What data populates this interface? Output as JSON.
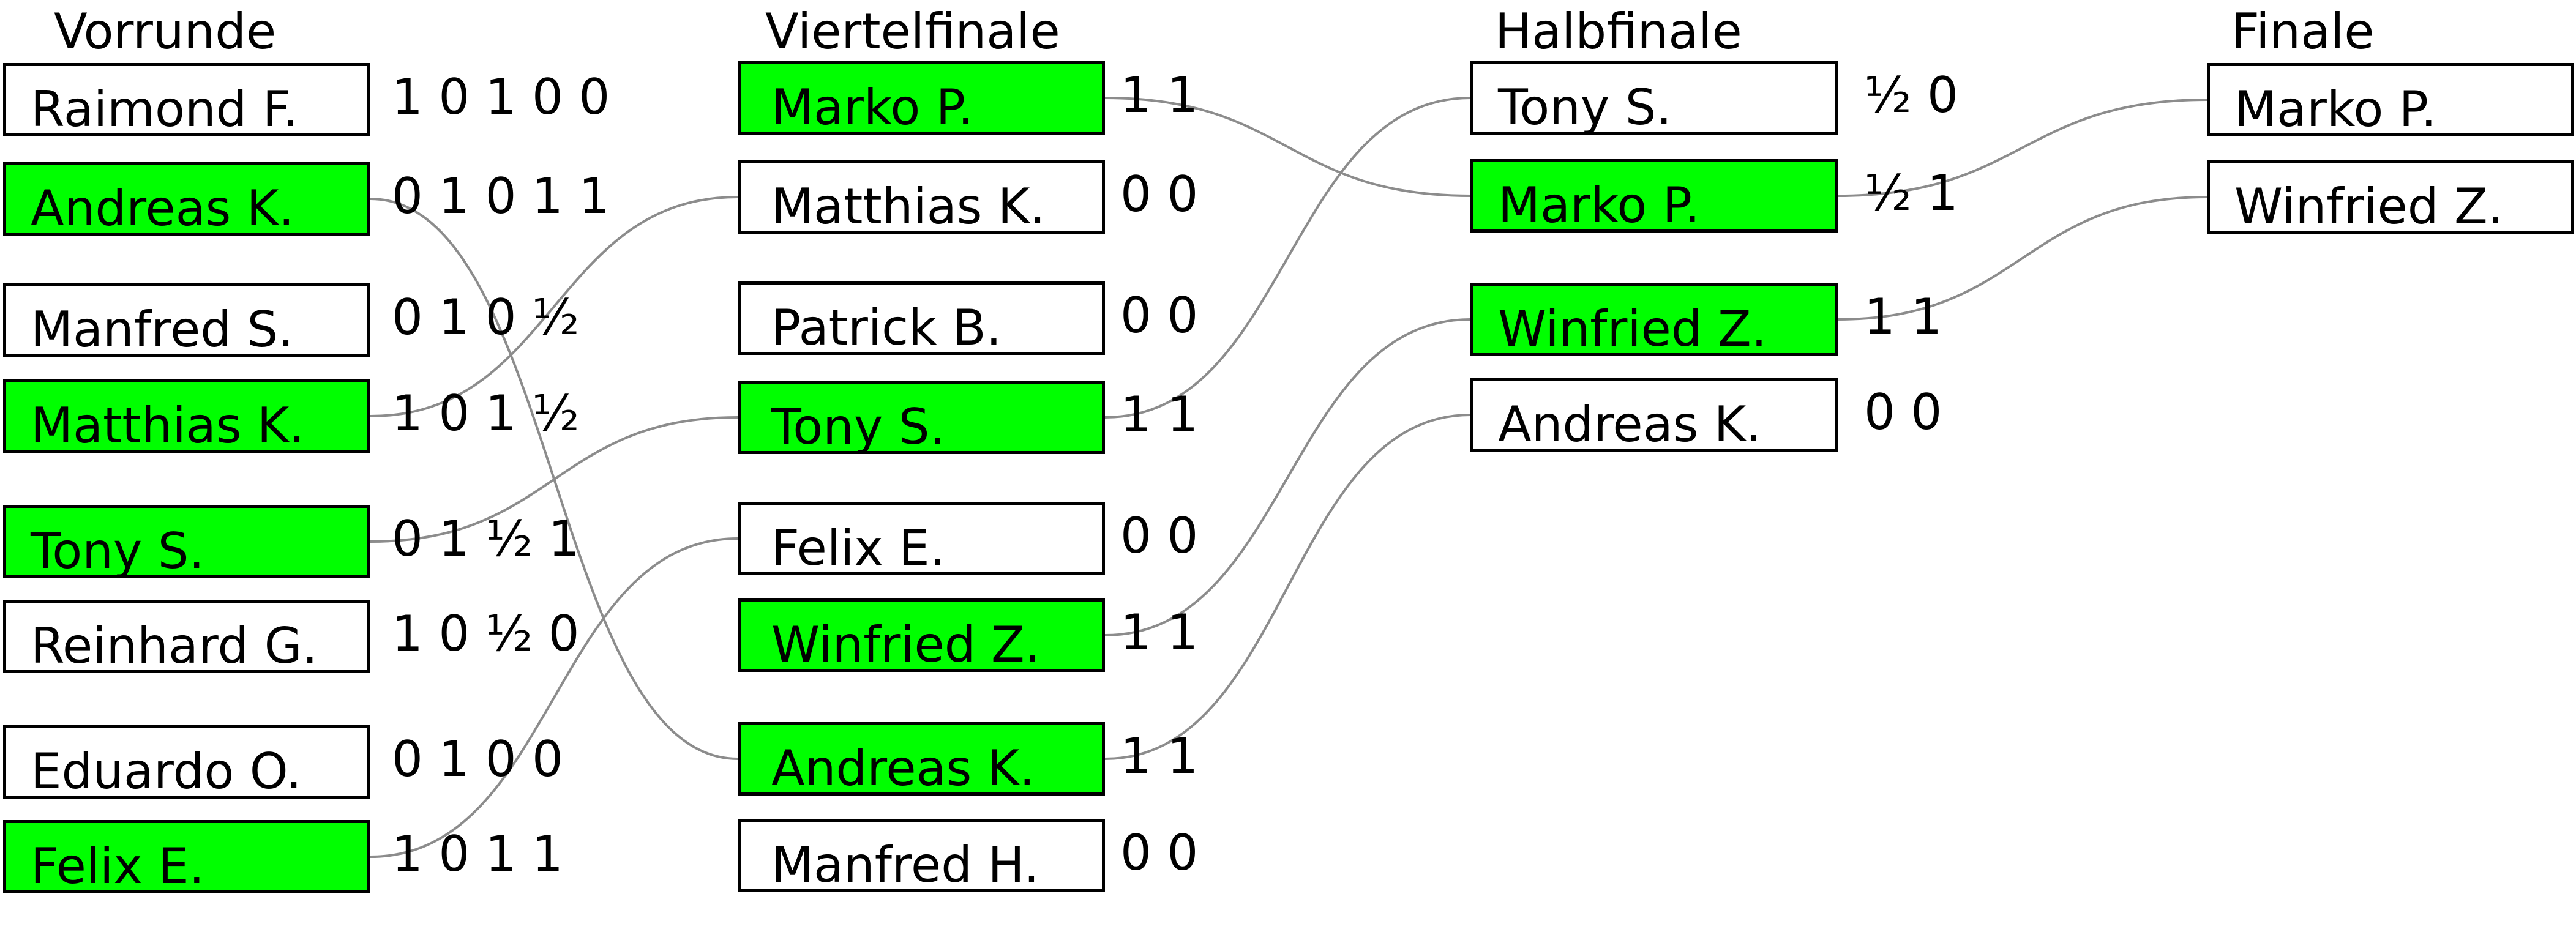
{
  "colors": {
    "winner": "#00ff00",
    "box_border": "#000000",
    "connector": "#8c8c8c"
  },
  "rounds": [
    {
      "title": "Vorrunde",
      "matches": [
        {
          "players": [
            {
              "name": "Raimond F.",
              "score": "1 0 1 0 0",
              "winner": false
            },
            {
              "name": "Andreas K.",
              "score": "0 1 0 1 1",
              "winner": true
            }
          ]
        },
        {
          "players": [
            {
              "name": "Manfred S.",
              "score": "0 1 0 ½",
              "winner": false
            },
            {
              "name": "Matthias K.",
              "score": "1 0 1 ½",
              "winner": true
            }
          ]
        },
        {
          "players": [
            {
              "name": "Tony S.",
              "score": "0 1 ½ 1",
              "winner": true
            },
            {
              "name": "Reinhard G.",
              "score": "1 0 ½ 0",
              "winner": false
            }
          ]
        },
        {
          "players": [
            {
              "name": "Eduardo O.",
              "score": "0 1 0 0",
              "winner": false
            },
            {
              "name": "Felix E.",
              "score": "1 0 1 1",
              "winner": true
            }
          ]
        }
      ]
    },
    {
      "title": "Viertelfinale",
      "matches": [
        {
          "players": [
            {
              "name": "Marko P.",
              "score": "1 1",
              "winner": true
            },
            {
              "name": "Matthias K.",
              "score": "0 0",
              "winner": false
            }
          ]
        },
        {
          "players": [
            {
              "name": "Patrick B.",
              "score": "0 0",
              "winner": false
            },
            {
              "name": "Tony S.",
              "score": "1 1",
              "winner": true
            }
          ]
        },
        {
          "players": [
            {
              "name": "Felix E.",
              "score": "0 0",
              "winner": false
            },
            {
              "name": "Winfried Z.",
              "score": "1 1",
              "winner": true
            }
          ]
        },
        {
          "players": [
            {
              "name": "Andreas K.",
              "score": "1 1",
              "winner": true
            },
            {
              "name": "Manfred H.",
              "score": "0 0",
              "winner": false
            }
          ]
        }
      ]
    },
    {
      "title": "Halbfinale",
      "matches": [
        {
          "players": [
            {
              "name": "Tony S.",
              "score": "½ 0",
              "winner": false
            },
            {
              "name": "Marko P.",
              "score": "½ 1",
              "winner": true
            }
          ]
        },
        {
          "players": [
            {
              "name": "Winfried Z.",
              "score": "1 1",
              "winner": true
            },
            {
              "name": "Andreas K.",
              "score": "0 0",
              "winner": false
            }
          ]
        }
      ]
    },
    {
      "title": "Finale",
      "matches": [
        {
          "players": [
            {
              "name": "Marko P.",
              "score": "",
              "winner": false
            },
            {
              "name": "Winfried Z.",
              "score": "",
              "winner": false
            }
          ]
        }
      ]
    }
  ],
  "connections": [
    {
      "from": [
        0,
        0,
        1
      ],
      "to": [
        1,
        3,
        0
      ]
    },
    {
      "from": [
        0,
        1,
        1
      ],
      "to": [
        1,
        0,
        1
      ]
    },
    {
      "from": [
        0,
        2,
        0
      ],
      "to": [
        1,
        1,
        1
      ]
    },
    {
      "from": [
        0,
        3,
        1
      ],
      "to": [
        1,
        2,
        0
      ]
    },
    {
      "from": [
        1,
        0,
        0
      ],
      "to": [
        2,
        0,
        1
      ]
    },
    {
      "from": [
        1,
        1,
        1
      ],
      "to": [
        2,
        0,
        0
      ]
    },
    {
      "from": [
        1,
        2,
        1
      ],
      "to": [
        2,
        1,
        0
      ]
    },
    {
      "from": [
        1,
        3,
        0
      ],
      "to": [
        2,
        1,
        1
      ]
    },
    {
      "from": [
        2,
        0,
        1
      ],
      "to": [
        3,
        0,
        0
      ]
    },
    {
      "from": [
        2,
        1,
        0
      ],
      "to": [
        3,
        0,
        1
      ]
    }
  ]
}
